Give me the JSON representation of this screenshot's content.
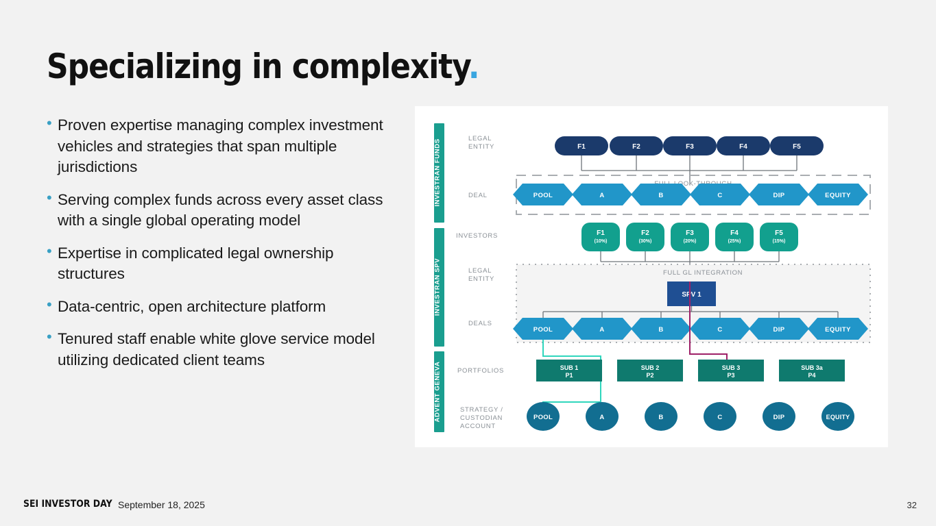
{
  "slide": {
    "title_main": "Specializing in complexity",
    "title_accent": ".",
    "accent_color": "#3aa6e0"
  },
  "bullets": [
    {
      "marker": "•",
      "text": "Proven expertise managing complex investment vehicles and strategies that span multiple jurisdictions"
    },
    {
      "marker": "•",
      "text": "Serving complex funds across every asset class with a single global operating model"
    },
    {
      "marker": "•",
      "text": "Expertise in complicated legal ownership structures"
    },
    {
      "marker": "•",
      "text": "Data-centric, open architecture platform"
    },
    {
      "marker": "•",
      "text": "Tenured staff enable white glove service model utilizing dedicated client teams"
    }
  ],
  "diagram": {
    "bands": [
      {
        "label": "INVESTRAN FUNDS",
        "color": "#1a9e8f"
      },
      {
        "label": "INVESTRAN SPV",
        "color": "#1a9e8f"
      },
      {
        "label": "ADVENT GENEVA",
        "color": "#1a9e8f"
      }
    ],
    "row_labels": [
      "LEGAL ENTITY",
      "DEAL",
      "INVESTORS",
      "LEGAL ENTITY",
      "DEALS",
      "PORTFOLIOS",
      "STRATEGY / CUSTODIAN ACCOUNT"
    ],
    "group_labels": {
      "look_through": "FULL LOOK-THROUGH",
      "gl_integration": "FULL GL  INTEGRATION"
    },
    "legal_entity_funds": [
      {
        "label": "F1"
      },
      {
        "label": "F2"
      },
      {
        "label": "F3"
      },
      {
        "label": "F4"
      },
      {
        "label": "F5"
      }
    ],
    "deal_hexes_top": [
      "POOL",
      "A",
      "B",
      "C",
      "DIP",
      "EQUITY"
    ],
    "investors": [
      {
        "label": "F1",
        "pct": "(10%)"
      },
      {
        "label": "F2",
        "pct": "(30%)"
      },
      {
        "label": "F3",
        "pct": "(20%)"
      },
      {
        "label": "F4",
        "pct": "(25%)"
      },
      {
        "label": "F5",
        "pct": "(15%)"
      }
    ],
    "spv": {
      "label": "SPV 1"
    },
    "deal_hexes_spv": [
      "POOL",
      "A",
      "B",
      "C",
      "DIP",
      "EQUITY"
    ],
    "portfolios": [
      {
        "line1": "SUB 1",
        "line2": "P1"
      },
      {
        "line1": "SUB 2",
        "line2": "P2"
      },
      {
        "line1": "SUB 3",
        "line2": "P3"
      },
      {
        "line1": "SUB 3a",
        "line2": "P4"
      }
    ],
    "accounts": [
      "POOL",
      "A",
      "B",
      "C",
      "DIP",
      "EQUITY"
    ],
    "colors": {
      "fund_navy": "#1b3a6b",
      "hex_blue": "#2196c9",
      "investor_teal": "#12a08e",
      "spv_blue": "#1f4f93",
      "portfolio_teal": "#0f7a6e",
      "account_blue": "#126e91",
      "band_teal": "#1a9e8f",
      "connector_gray": "#6e7479",
      "dash_gray": "#a9adb1",
      "path_cyan": "#2fd6bd",
      "path_magenta": "#9e2067",
      "label_gray": "#8a9096"
    }
  },
  "footer": {
    "brand": "SEI INVESTOR DAY",
    "date": "September 18, 2025",
    "page_number": "32"
  }
}
